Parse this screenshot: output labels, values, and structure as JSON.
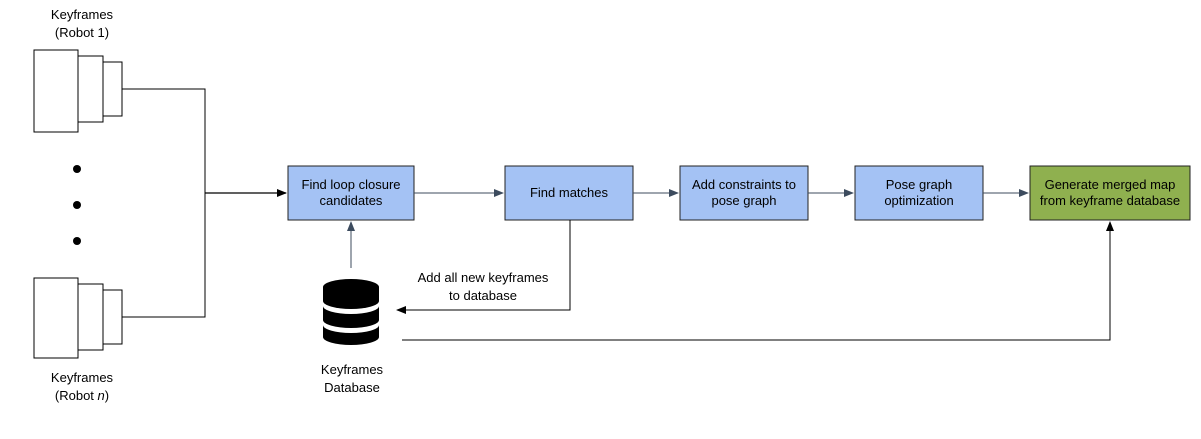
{
  "colors": {
    "process_box": "#a4c2f4",
    "output_box": "#8fb04f",
    "box_stroke": "#222222",
    "arrow": "#3c4b5e",
    "line": "#000000",
    "database": "#000000"
  },
  "robot_top": {
    "line1": "Keyframes",
    "line2": "(Robot 1)"
  },
  "robot_bottom": {
    "line1": "Keyframes",
    "line2_prefix": "(Robot ",
    "line2_italic": "n",
    "line2_suffix": ")"
  },
  "steps": {
    "find_candidates": {
      "line1": "Find loop closure",
      "line2": "candidates"
    },
    "find_matches": {
      "line1": "Find matches"
    },
    "add_constraints": {
      "line1": "Add constraints to",
      "line2": "pose graph"
    },
    "pose_graph": {
      "line1": "Pose graph",
      "line2": "optimization"
    },
    "merged_map": {
      "line1": "Generate merged map",
      "line2": "from keyframe database"
    }
  },
  "database": {
    "line1": "Keyframes",
    "line2": "Database",
    "icon": "database-icon"
  },
  "edge_label": {
    "line1": "Add all new keyframes",
    "line2": "to database"
  }
}
